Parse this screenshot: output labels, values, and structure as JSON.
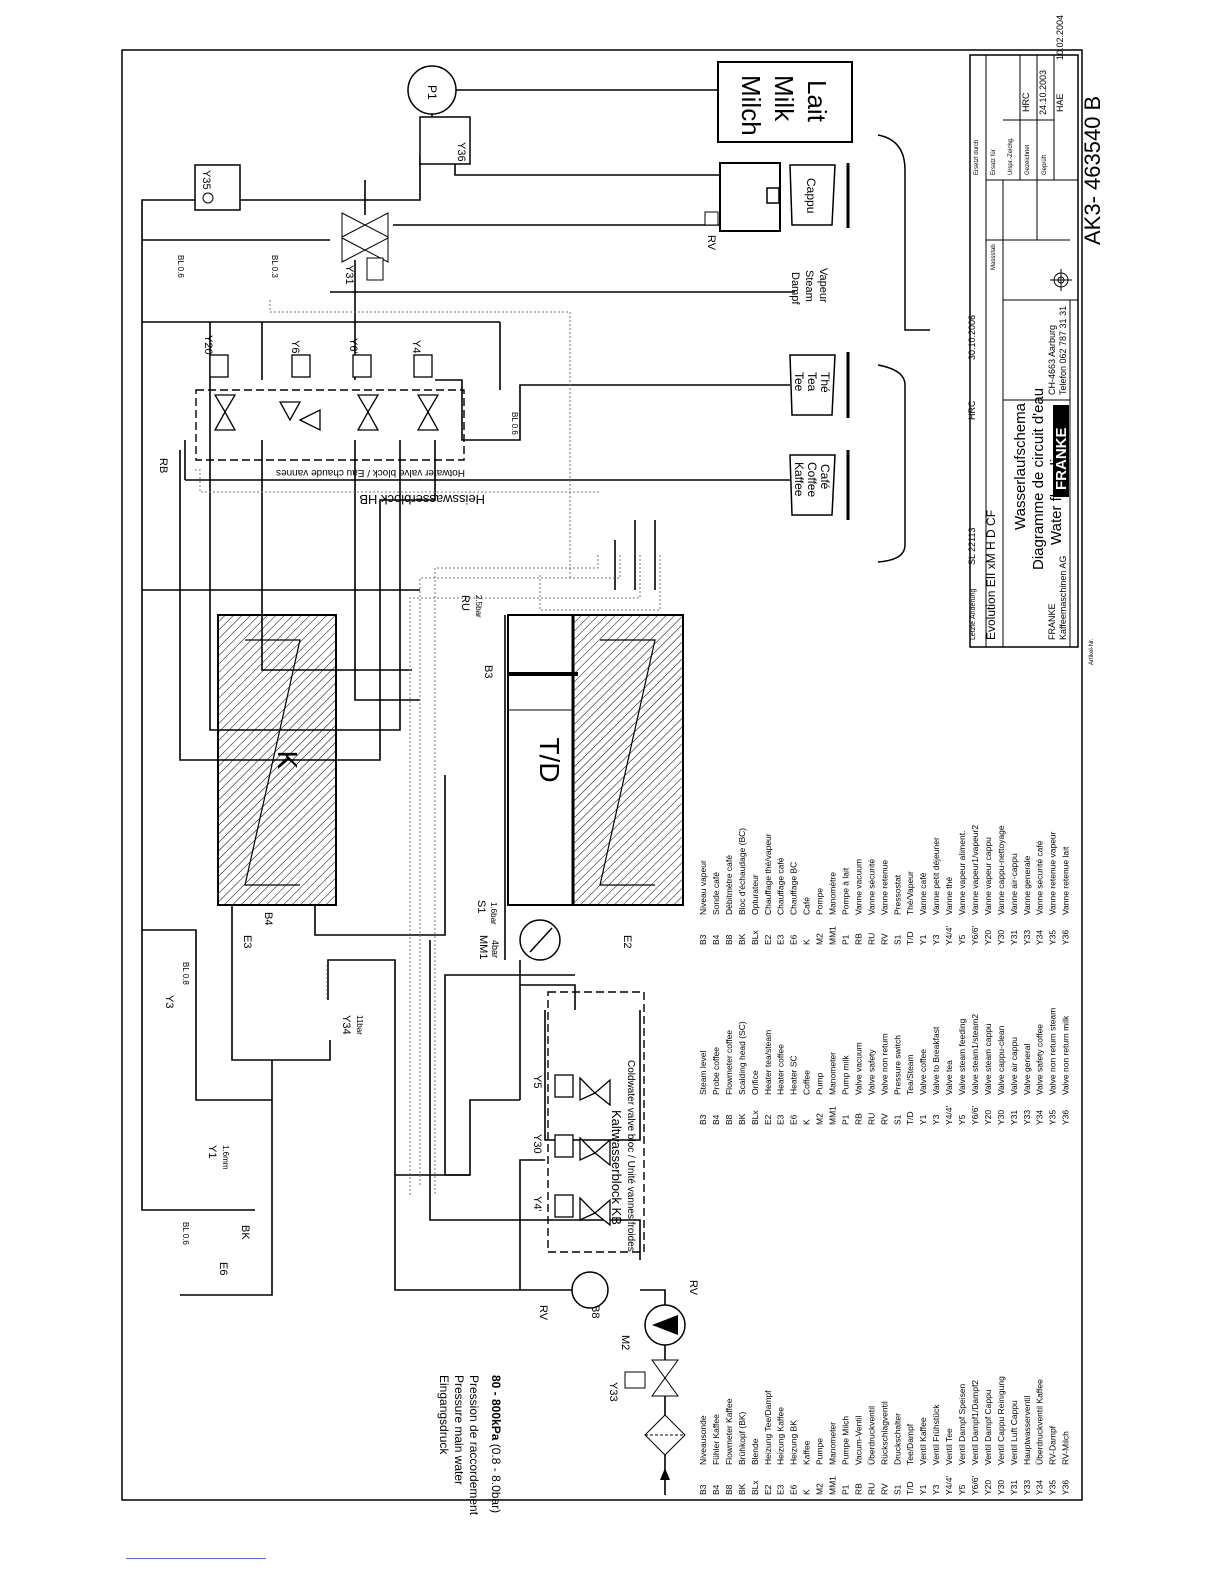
{
  "tanks": {
    "coffee": "K",
    "tea": "T/D"
  },
  "blocks": {
    "hotwater": "Heisswasserblock HB",
    "hotwater_sub": "Hotwater valve block / Eau chaude vannes",
    "coldwater": "Kaltwasserblock KB",
    "coldwater_sub": "Coldwater valve bloc / Unité vannes froides"
  },
  "milk": [
    "Milch",
    "Milk",
    "Lait"
  ],
  "outlets": {
    "cappu": "Cappu",
    "steam": [
      "Dampf",
      "Steam",
      "Vapeur"
    ],
    "tea": [
      "Tee",
      "Tea",
      "Thé"
    ],
    "coffee": [
      "Kaffee",
      "Coffee",
      "Café"
    ]
  },
  "components": {
    "P1": "P1",
    "Y36": "Y36",
    "Y35": "Y35",
    "RV": "RV",
    "Y31": "Y31",
    "Y20": "Y20",
    "Y6": "Y6",
    "Y6p": "Y6'",
    "Y4": "Y4",
    "RB": "RB",
    "RU": "RU",
    "RU_val": "2.5bar",
    "B3": "B3",
    "S1": "S1",
    "S1_val": "1.6bar",
    "MM1": "MM1",
    "MM1_val": "4bar",
    "E2": "E2",
    "B4": "B4",
    "E3": "E3",
    "Y34": "Y34",
    "Y34_val": "11bar",
    "Y3": "Y3",
    "Y1": "Y1",
    "Y1_val": "1.6mm",
    "E6": "E6",
    "BK": "BK",
    "Y5": "Y5",
    "Y30": "Y30",
    "Y4p": "Y4'",
    "B8": "B8",
    "M2": "M2",
    "Y33": "Y33"
  },
  "orifices": {
    "bl08": "BL 0.8",
    "bl06": "BL 0.6",
    "bl03": "BL 0.3"
  },
  "inlet": {
    "de": "Eingangsdruck",
    "en": "Pressure main water",
    "fr": "Pression de raccordement",
    "value_bold": "80 - 800kPa",
    "value_rest": " (0.8 - 8.0bar)"
  },
  "legend_col1": [
    [
      "B3",
      "Niveausonde"
    ],
    [
      "B4",
      "Fühler Kaffee"
    ],
    [
      "B8",
      "Flowmeter Kaffee"
    ],
    [
      "BK",
      "Brühkopf (BK)"
    ],
    [
      "BLx",
      "Blende"
    ],
    [
      "E2",
      "Heizung Tee/Dampf"
    ],
    [
      "E3",
      "Heizung Kaffee"
    ],
    [
      "E6",
      "Heizung BK"
    ],
    [
      "K",
      "Kaffee"
    ],
    [
      "M2",
      "Pumpe"
    ],
    [
      "MM1",
      "Manometer"
    ],
    [
      "P1",
      "Pumpe Milch"
    ],
    [
      "RB",
      "Vacum-Ventil"
    ],
    [
      "RU",
      "Überdruckventil"
    ],
    [
      "RV",
      "Rückschlagventil"
    ],
    [
      "S1",
      "Druckschalter"
    ],
    [
      "T/D",
      "Tee/Dampf"
    ],
    [
      "Y1",
      "Ventil Kaffee"
    ],
    [
      "Y3",
      "Ventil Frühstück"
    ],
    [
      "Y4/4'",
      "Ventil Tee"
    ],
    [
      "Y5",
      "Ventil Dampf Speisen"
    ],
    [
      "Y6/6'",
      "Ventil Dampf1/Dampf2"
    ],
    [
      "Y20",
      "Ventil Dampf Cappu"
    ],
    [
      "Y30",
      "Ventil Cappu Reinigung"
    ],
    [
      "Y31",
      "Ventil Luft Cappu"
    ],
    [
      "Y33",
      "Hauptwasserventil"
    ],
    [
      "Y34",
      "Überdruckventil Kaffee"
    ],
    [
      "Y35",
      "RV-Dampf"
    ],
    [
      "Y36",
      "RV-Milch"
    ]
  ],
  "legend_col2": [
    [
      "B3",
      "Steam level"
    ],
    [
      "B4",
      "Probe coffee"
    ],
    [
      "B8",
      "Flowmeter coffee"
    ],
    [
      "BK",
      "Scalding head (SC)"
    ],
    [
      "BLx",
      "Orifice"
    ],
    [
      "E2",
      "Heater tea/steam"
    ],
    [
      "E3",
      "Heater coffee"
    ],
    [
      "E6",
      "Heater SC"
    ],
    [
      "K",
      "Coffee"
    ],
    [
      "M2",
      "Pump"
    ],
    [
      "MM1",
      "Manometer"
    ],
    [
      "P1",
      "Pump milk"
    ],
    [
      "RB",
      "Valve vacuum"
    ],
    [
      "RU",
      "Valve safety"
    ],
    [
      "RV",
      "Valve non return"
    ],
    [
      "S1",
      "Pressure switch"
    ],
    [
      "T/D",
      "Tea/Steam"
    ],
    [
      "Y1",
      "Valve coffee"
    ],
    [
      "Y3",
      "Valve to Breakfast"
    ],
    [
      "Y4/4'",
      "Valve tea"
    ],
    [
      "Y5",
      "Valve steam feeding"
    ],
    [
      "Y6/6'",
      "Valve steam1/steam2"
    ],
    [
      "Y20",
      "Valve steam cappu"
    ],
    [
      "Y30",
      "Valve cappu-clean"
    ],
    [
      "Y31",
      "Valve air cappu"
    ],
    [
      "Y33",
      "Valve general"
    ],
    [
      "Y34",
      "Valve safety coffee"
    ],
    [
      "Y35",
      "Valve non return steam"
    ],
    [
      "Y36",
      "Valve non return milk"
    ]
  ],
  "legend_col3": [
    [
      "B3",
      "Niveau vapeur"
    ],
    [
      "B4",
      "Sonde café"
    ],
    [
      "B8",
      "Débitmètre café"
    ],
    [
      "BK",
      "Bloc d'échaudage (BC)"
    ],
    [
      "BLx",
      "Opturateur"
    ],
    [
      "E2",
      "Chauffage thé/vapeur"
    ],
    [
      "E3",
      "Chauffage café"
    ],
    [
      "E6",
      "Chauffage BC"
    ],
    [
      "K",
      "Café"
    ],
    [
      "M2",
      "Pompe"
    ],
    [
      "MM1",
      "Manomètre"
    ],
    [
      "P1",
      "Pompe à lait"
    ],
    [
      "RB",
      "Vanne vacuum"
    ],
    [
      "RU",
      "Vanne sécurité"
    ],
    [
      "RV",
      "Vanne retenue"
    ],
    [
      "S1",
      "Pressostat"
    ],
    [
      "T/D",
      "Thé/Vapeur"
    ],
    [
      "Y1",
      "Vanne café"
    ],
    [
      "Y3",
      "Vanne petit déjeuner"
    ],
    [
      "Y4/4'",
      "Vanne thé"
    ],
    [
      "Y5",
      "Vanne vapeur aliment."
    ],
    [
      "Y6/6'",
      "Vanne vapeur1/vapeur2"
    ],
    [
      "Y20",
      "Vanne vapeur cappu"
    ],
    [
      "Y30",
      "Vanne cappu-nettoyage"
    ],
    [
      "Y31",
      "Vanne air-cappu"
    ],
    [
      "Y33",
      "Vanne generale"
    ],
    [
      "Y34",
      "Vanne sécurité café"
    ],
    [
      "Y35",
      "Vanne retenue vapeur"
    ],
    [
      "Y36",
      "Vanne retenue lait"
    ]
  ],
  "titleblock": {
    "last_change_label": "Letzte Änderung",
    "last_change_no": "SL 22113",
    "last_change_by": "HRC",
    "last_change_date": "30.10.2006",
    "product": "Evolution  EII  xM  H D  CF",
    "title_de": "Wasserlaufschema",
    "title_fr": "Diagramme de circuit d'eau",
    "title_en": "Water flow diagram",
    "logo": "FRANKE",
    "company_1": "FRANKE",
    "company_2": "Kaffeemaschinen AG",
    "address_1": "CH-4663 Aarburg",
    "address_2": "Telefon 062 787 31 31",
    "scale_label": "Massstab",
    "ersetzt_durch": "Ersetzt durch",
    "ersatz_fur": "Ersatz für",
    "urspr_zeichg": "Urspr.-Zeichg.",
    "gezeichnet": "Gezeichnet",
    "gezeichnet_by": "HRC",
    "gezeichnet_date": "24.10.2003",
    "gepruft": "Geprüft",
    "gepruft_by": "HAE",
    "gepruft_date": "10.02.2004",
    "doc_number": "AK3- 463540 B",
    "artikel": "Artikel-Nr."
  }
}
